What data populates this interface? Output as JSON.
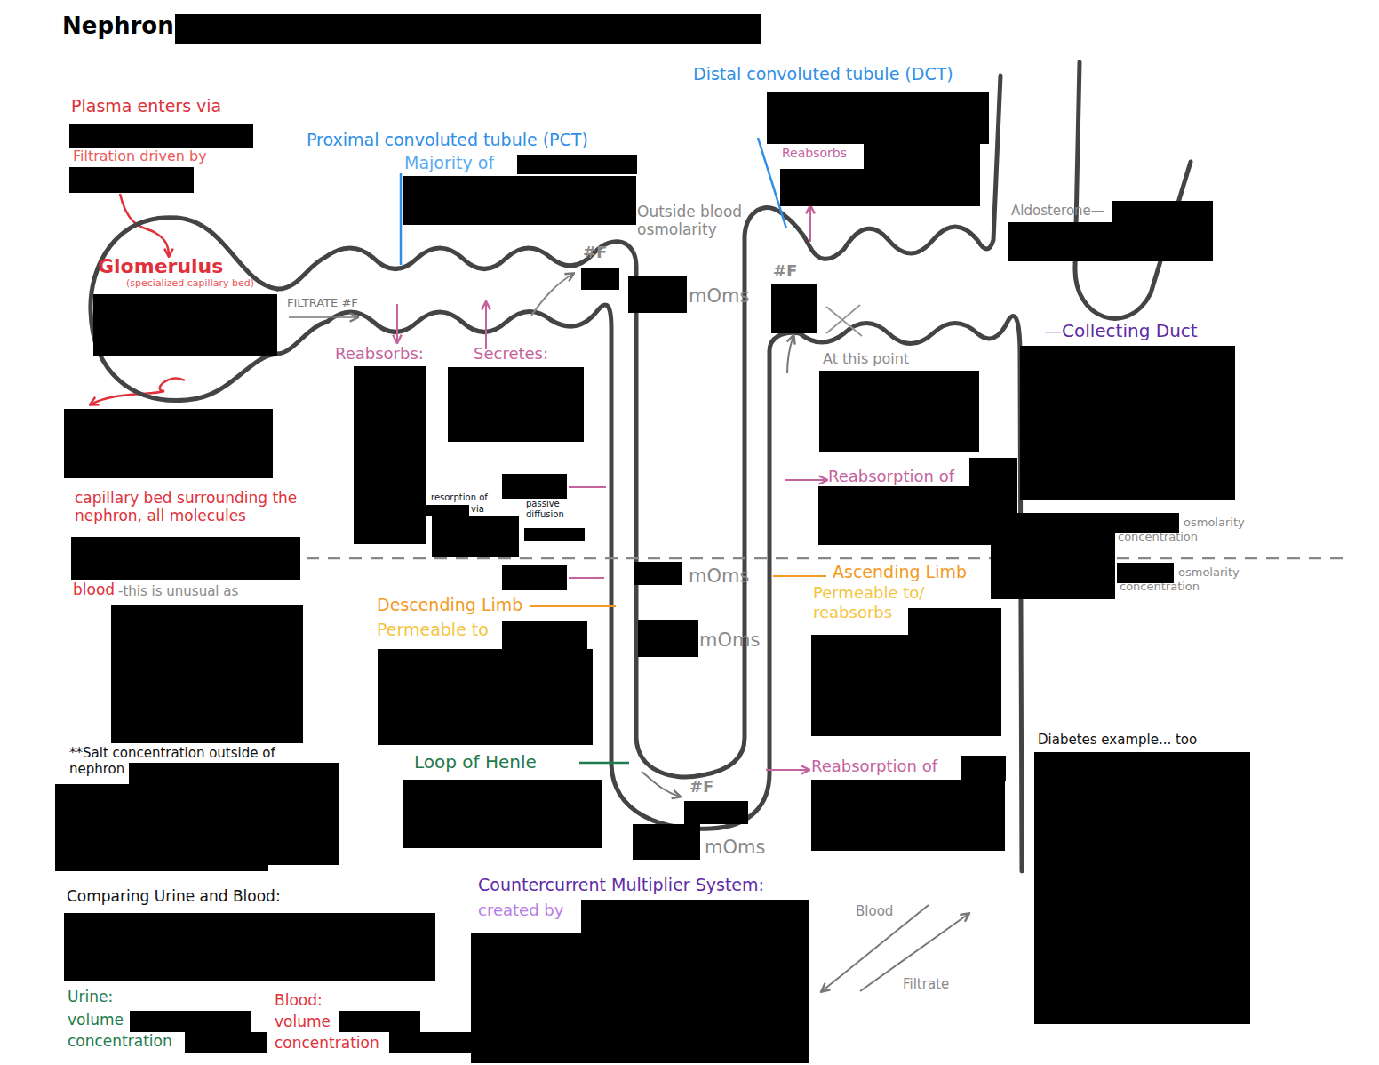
{
  "diagram": {
    "title": "Nephron",
    "nodes": [
      {
        "text": [
          "Glomerulus",
          "(specialized capillary bed)"
        ]
      }
    ],
    "labels": [
      "Plasma enters via",
      "Filtration driven by",
      "FILTRATE #F",
      "Proximal convoluted tubule (PCT)",
      "Majority of",
      "Outside blood osmolarity",
      "#F",
      "mOms",
      "Reabsorbs:",
      "Secretes:",
      "resorption of",
      "via",
      "passive diffusion",
      "capillary bed surrounding the nephron, all molecules",
      "blood",
      "-this is unusual as",
      "**Salt concentration outside of nephron",
      "Descending Limb",
      "Permeable to",
      "mOms",
      "mOms",
      "Loop of Henle",
      "#F",
      "mOms",
      "Distal convoluted tubule (DCT)",
      "Reabsorbs",
      "#F",
      "At this point",
      "Reabsorption of",
      "Ascending Limb",
      "Permeable to/ reabsorbs",
      "Reabsorption of",
      "Aldosterone—",
      "—Collecting Duct",
      "osmolarity concentration",
      "osmolarity concentration",
      "Diabetes example... too",
      "Comparing Urine and Blood:",
      "Urine:",
      "volume",
      "concentration",
      "Blood:",
      "volume",
      "concentration",
      "Countercurrent Multiplier System:",
      "created by",
      "Blood",
      "Filtrate"
    ]
  }
}
